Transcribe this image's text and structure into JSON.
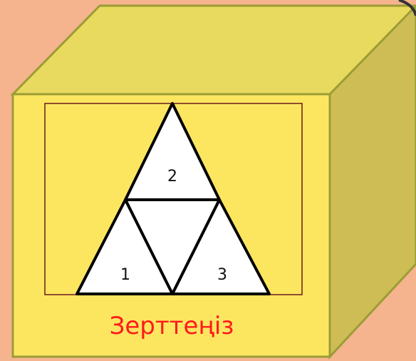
{
  "colors": {
    "background": "#F5B48E",
    "box_front": "#FCE660",
    "box_top": "#E8DA5E",
    "box_side": "#CDBD54",
    "box_stroke": "#9C9C36",
    "frame": "#6B1A1A",
    "triangle_fill": "#FFFFFF",
    "triangle_stroke": "#000000",
    "caption": "#FF1A1A"
  },
  "triangles": [
    {
      "id": "triangle-2",
      "label": "2"
    },
    {
      "id": "triangle-1",
      "label": "1"
    },
    {
      "id": "triangle-3",
      "label": "3"
    }
  ],
  "caption": "Зерттеңіз"
}
